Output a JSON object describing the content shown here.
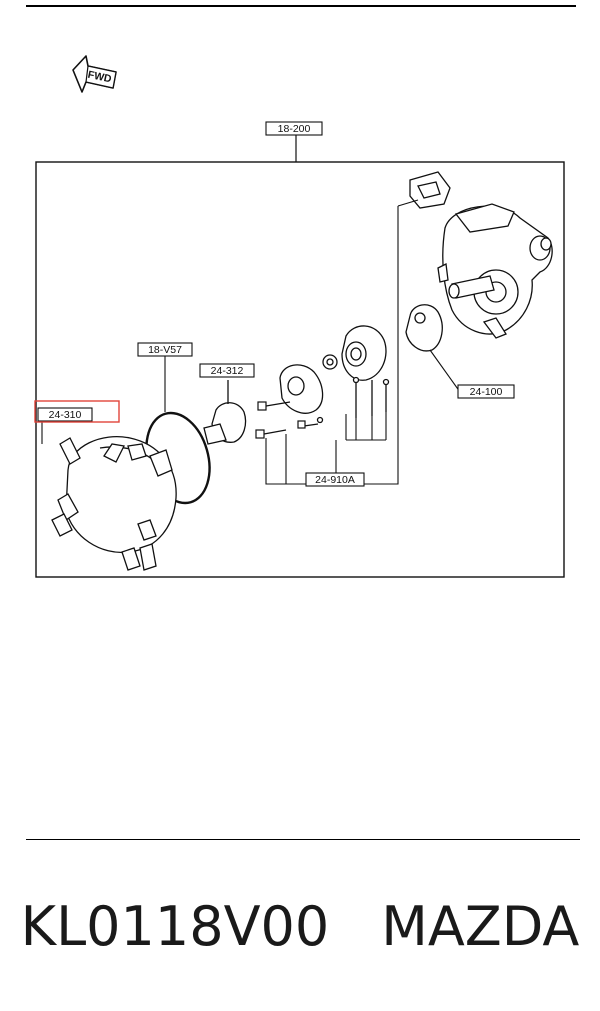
{
  "diagram": {
    "fwd_label": "FWD",
    "callouts": {
      "assembly": "18-200",
      "o_ring": "18-V57",
      "rotor": "24-312",
      "cap": "24-310",
      "signal_rotor": "24-100",
      "pickup_kit": "24-910A"
    },
    "highlight_color": "#e0443a"
  },
  "footer": {
    "part_number": "KL0118V00",
    "brand": "MAZDA"
  }
}
